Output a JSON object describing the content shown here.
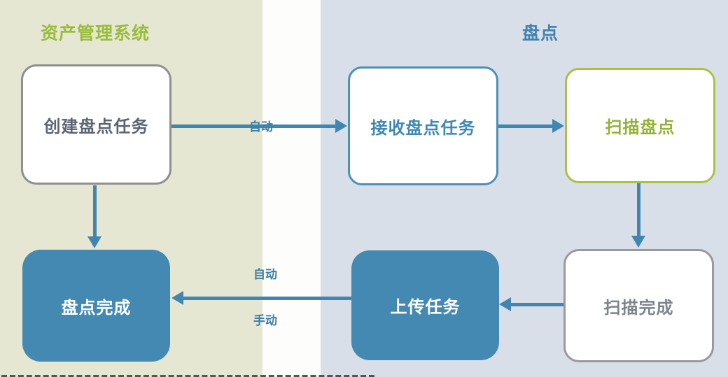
{
  "diagram": {
    "sections": [
      {
        "id": "asset-management-system",
        "title": "资产管理系统",
        "accent_color": "#9abc3b",
        "bg_color": "#e5e7d3"
      },
      {
        "id": "inventory",
        "title": "盘点",
        "accent_color": "#4183ad",
        "bg_color": "#d9dfe9"
      }
    ],
    "nodes": [
      {
        "id": "create-task",
        "label": "创建盘点任务",
        "style": "outline-gray",
        "text_color": "#5b6473"
      },
      {
        "id": "receive-task",
        "label": "接收盘点任务",
        "style": "outline-blue",
        "text_color": "#3e88b4"
      },
      {
        "id": "scan-inventory",
        "label": "扫描盘点",
        "style": "outline-green",
        "text_color": "#93b235"
      },
      {
        "id": "inventory-done",
        "label": "盘点完成",
        "style": "solid-blue",
        "text_color": "#ffffff"
      },
      {
        "id": "upload-task",
        "label": "上传任务",
        "style": "solid-blue",
        "text_color": "#ffffff"
      },
      {
        "id": "scan-done",
        "label": "扫描完成",
        "style": "outline-gray",
        "text_color": "#7d848e"
      }
    ],
    "edges": [
      {
        "from": "create-task",
        "to": "receive-task",
        "direction": "right",
        "label": "自动"
      },
      {
        "from": "receive-task",
        "to": "scan-inventory",
        "direction": "right",
        "label": ""
      },
      {
        "from": "create-task",
        "to": "inventory-done",
        "direction": "down",
        "label": ""
      },
      {
        "from": "scan-inventory",
        "to": "scan-done",
        "direction": "down",
        "label": ""
      },
      {
        "from": "scan-done",
        "to": "upload-task",
        "direction": "left",
        "label": ""
      },
      {
        "from": "upload-task",
        "to": "inventory-done",
        "direction": "left",
        "label": "自动",
        "label2": "手动"
      }
    ],
    "arrow_color": "#4086b1"
  }
}
